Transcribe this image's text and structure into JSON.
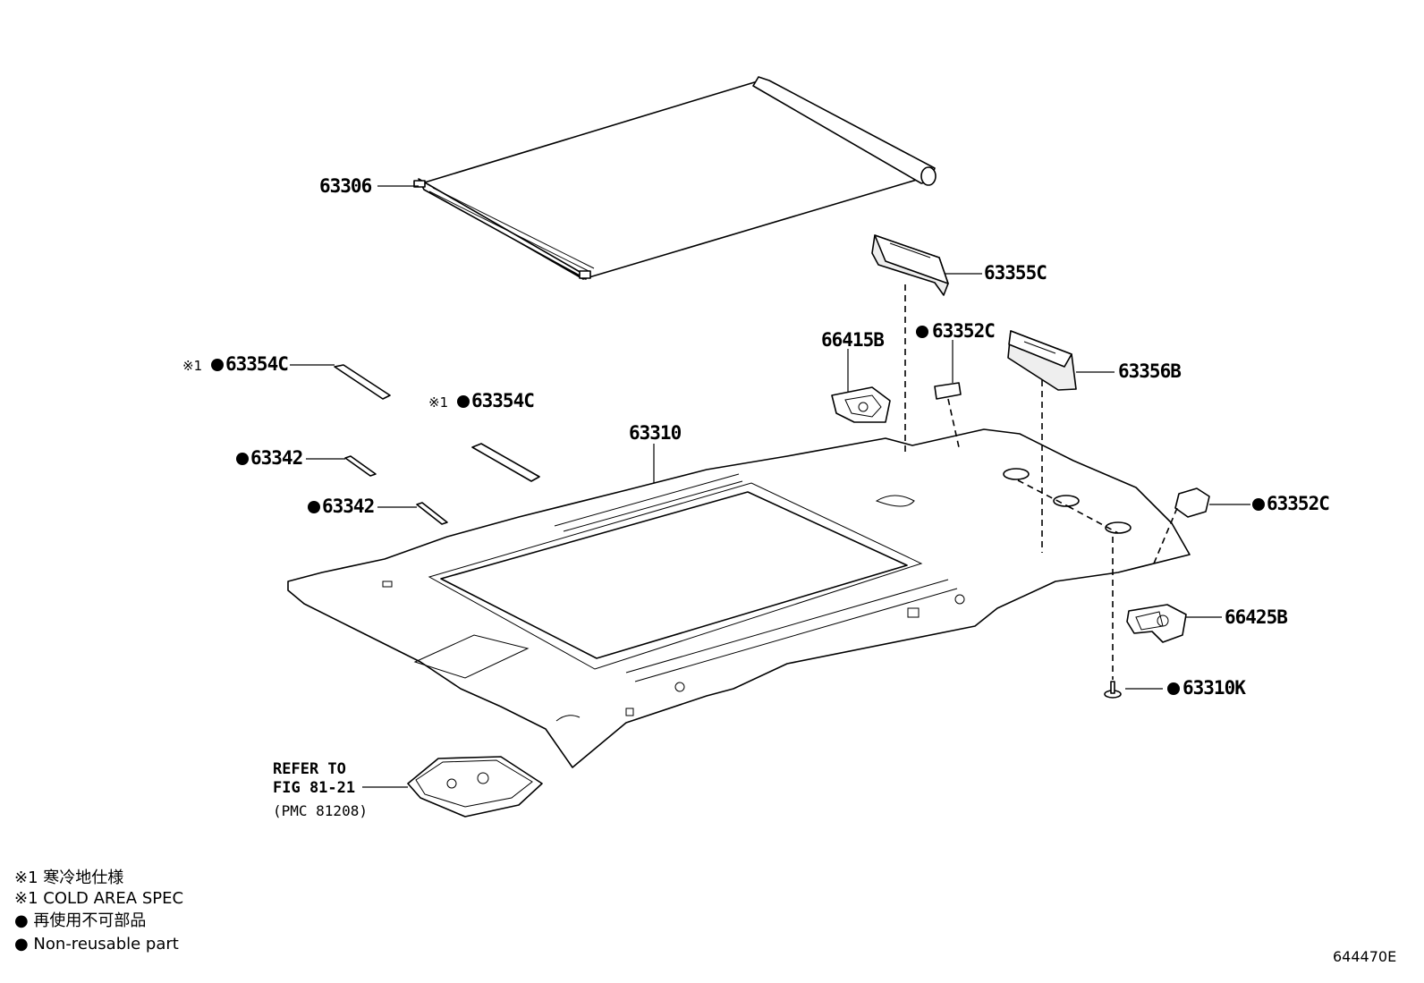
{
  "callouts": {
    "c63306": {
      "label": "63306"
    },
    "c63355c": {
      "label": "63355C"
    },
    "c66415b": {
      "label": "66415B"
    },
    "c63352c_top": {
      "label": "63352C"
    },
    "c63356b": {
      "label": "63356B"
    },
    "c63354c_a": {
      "mark": "※1",
      "label": "63354C"
    },
    "c63354c_b": {
      "mark": "※1",
      "label": "63354C"
    },
    "c63310": {
      "label": "63310"
    },
    "c63342_a": {
      "label": "63342"
    },
    "c63342_b": {
      "label": "63342"
    },
    "c63352c_right": {
      "label": "63352C"
    },
    "c66425b": {
      "label": "66425B"
    },
    "c63310k": {
      "label": "63310K"
    }
  },
  "reference": {
    "line1": "REFER TO",
    "line2": "FIG 81-21",
    "line3": "(PMC 81208)"
  },
  "legend": {
    "line1": "※1 寒冷地仕様",
    "line2": "※1 COLD AREA SPEC",
    "line3": "● 再使用不可部品",
    "line4": "● Non-reusable part"
  },
  "figure_id": "644470E"
}
